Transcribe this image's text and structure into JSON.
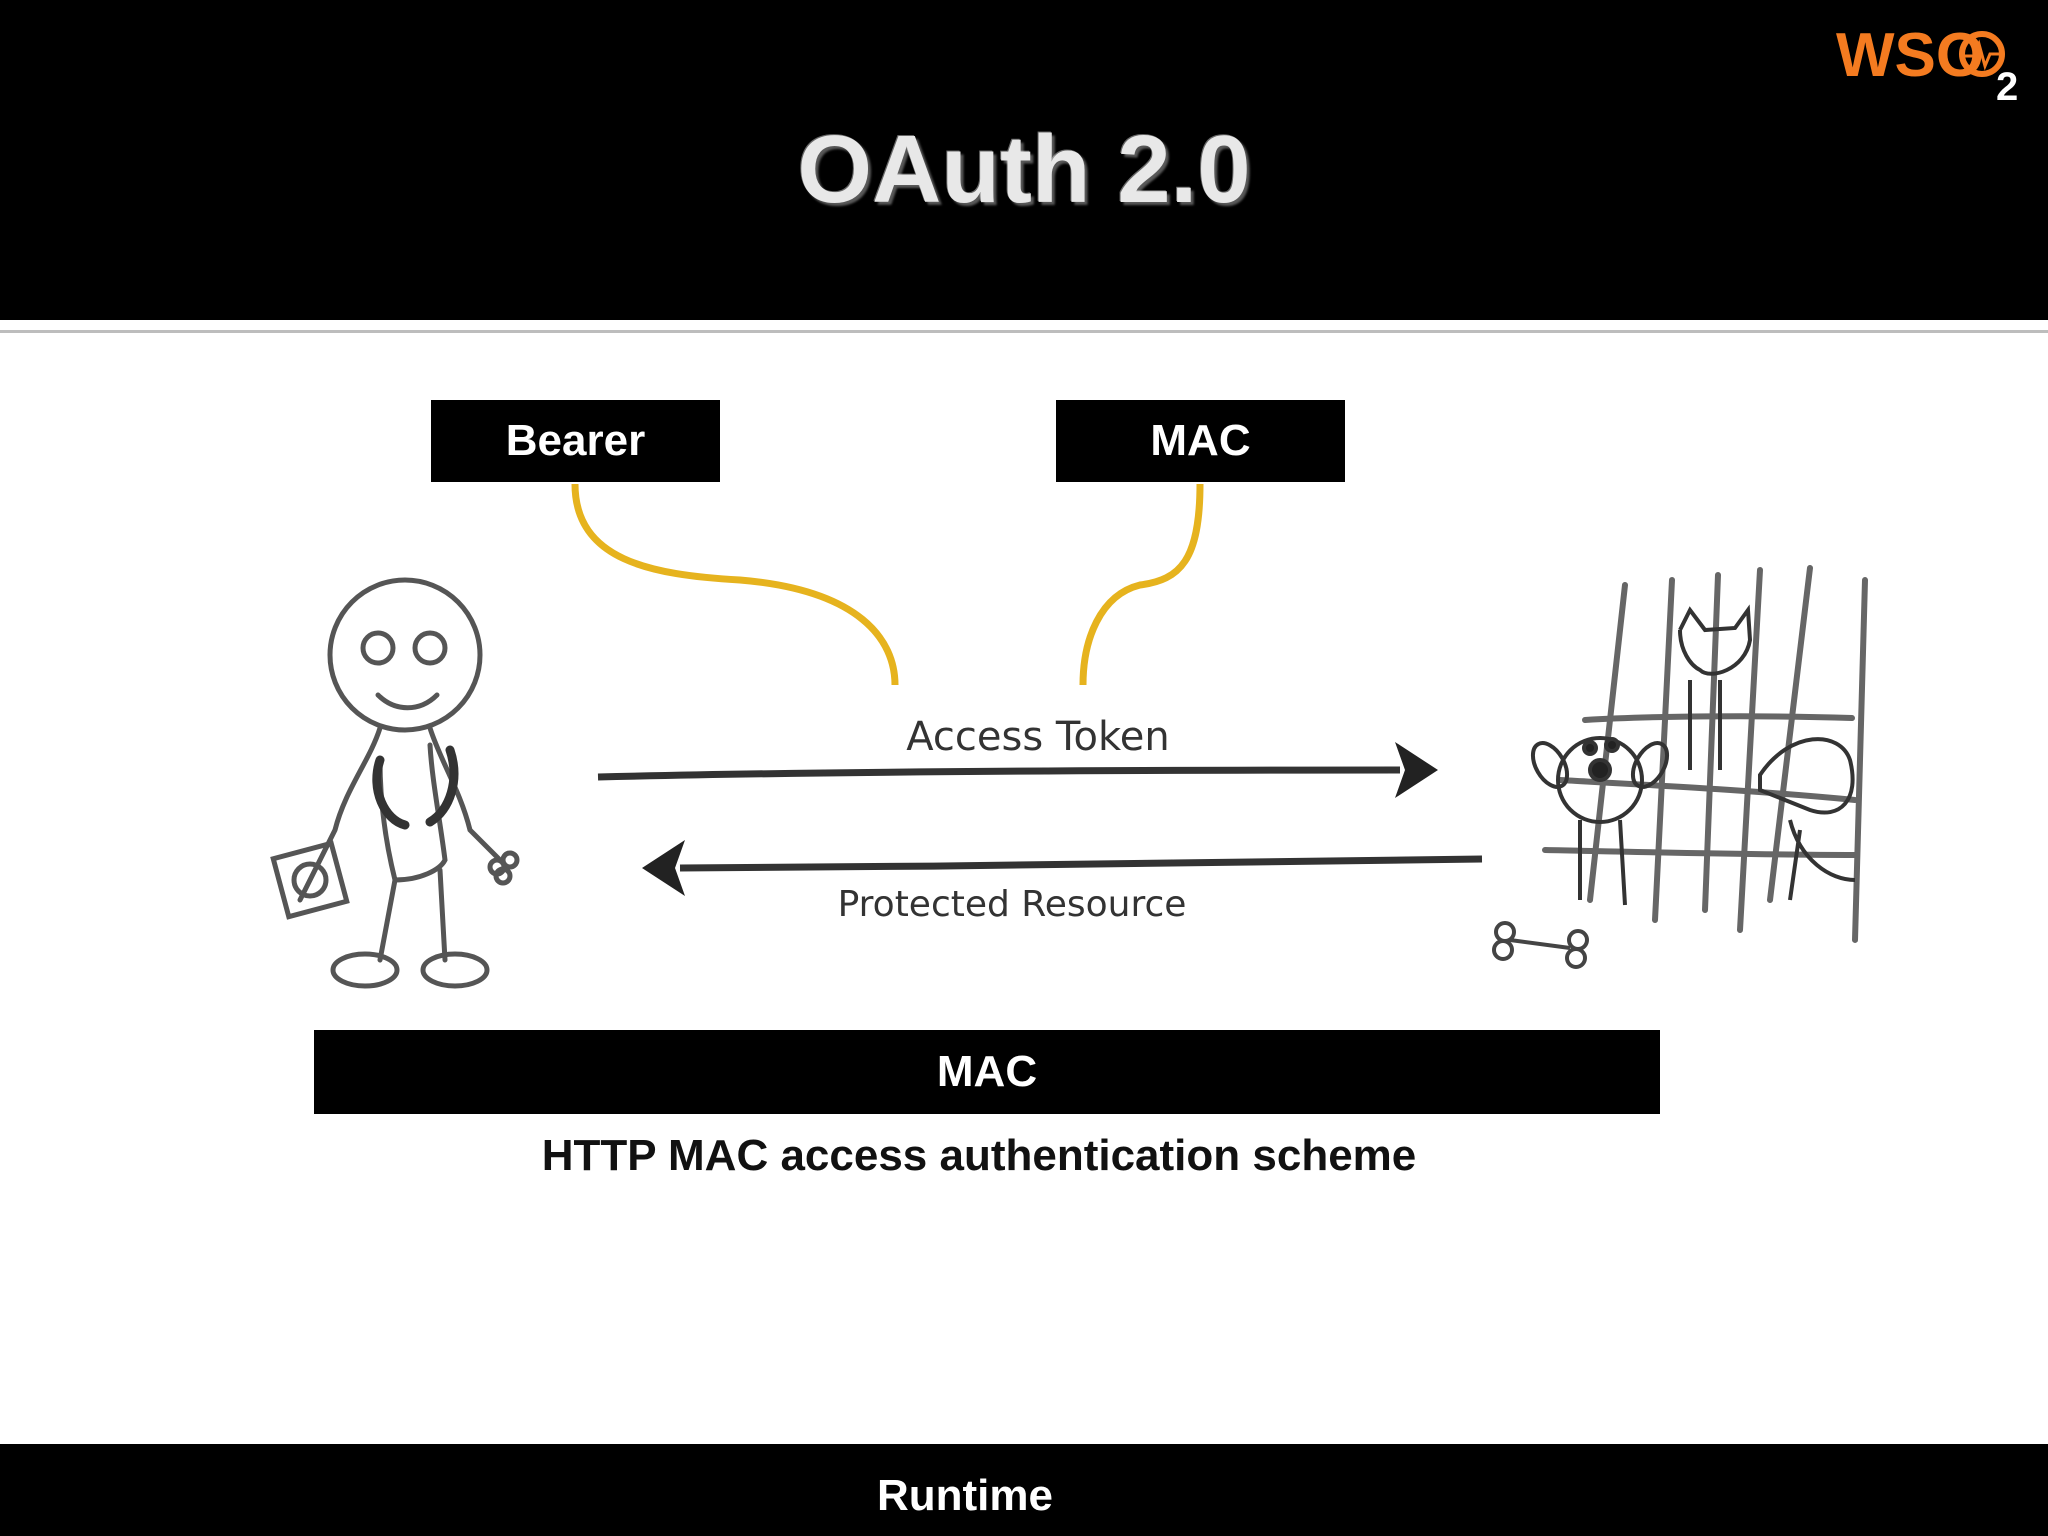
{
  "slide": {
    "title": "OAuth 2.0",
    "logo_text": "WSO",
    "logo_subscript": "2",
    "footer": "Runtime"
  },
  "diagram": {
    "top_labels": [
      "Bearer",
      "MAC"
    ],
    "arrow_right_label": "Access Token",
    "arrow_left_label": "Protected Resource",
    "connector_color": "#e6b31e"
  },
  "highlight": {
    "bar_label": "MAC",
    "caption": "HTTP MAC access authentication scheme"
  },
  "colors": {
    "background": "#ffffff",
    "bars": "#000000",
    "logo_orange": "#f47b20"
  }
}
